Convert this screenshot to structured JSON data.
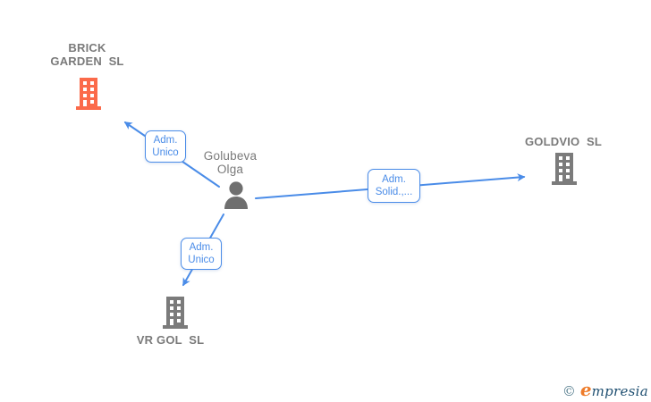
{
  "colors": {
    "edge_blue": "#4a8ce8",
    "label_gray": "#7a7a7a",
    "building_gray": "#7b7b7b",
    "building_orange": "#fb6a4a",
    "person_gray": "#6f6f6f",
    "logo_copyright": "#557d8e",
    "logo_e": "#ee7c2b",
    "logo_rest": "#1d4e70"
  },
  "nodes": {
    "person": {
      "label": "Golubeva\nOlga"
    },
    "brick_garden": {
      "label": "BRICK\nGARDEN  SL"
    },
    "goldvio": {
      "label": "GOLDVIO  SL"
    },
    "vr_gol": {
      "label": "VR GOL  SL"
    }
  },
  "edges": {
    "to_brick_garden": {
      "label": "Adm.\nUnico"
    },
    "to_goldvio": {
      "label": "Adm.\nSolid.,..."
    },
    "to_vr_gol": {
      "label": "Adm.\nUnico"
    }
  },
  "footer": {
    "copyright": "©",
    "brand_first_letter": "e",
    "brand_rest": "mpresia"
  }
}
